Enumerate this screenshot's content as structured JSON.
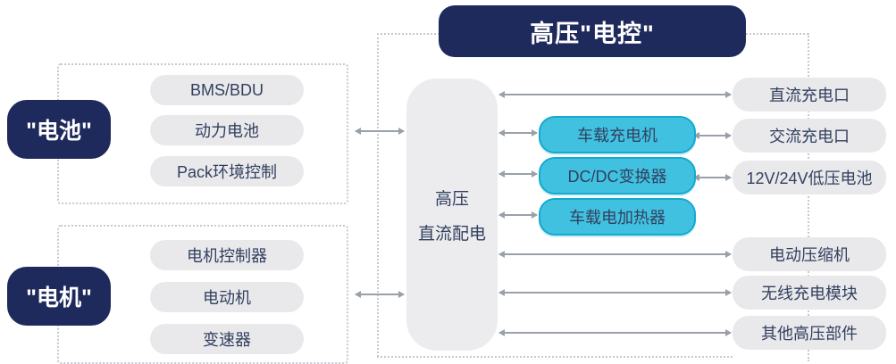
{
  "title": "高压\"电控\"",
  "battery_group": {
    "label": "\"电池\"",
    "items": [
      "BMS/BDU",
      "动力电池",
      "Pack环境控制"
    ]
  },
  "motor_group": {
    "label": "\"电机\"",
    "items": [
      "电机控制器",
      "电动机",
      "变速器"
    ]
  },
  "distribution": {
    "line1": "高压",
    "line2": "直流配电"
  },
  "charging_nodes": [
    "车载充电机",
    "DC/DC变换器",
    "车载电加热器"
  ],
  "right_nodes": [
    "直流充电口",
    "交流充电口",
    "12V/24V低压电池",
    "电动压缩机",
    "无线充电模块",
    "其他高压部件"
  ],
  "colors": {
    "navy": "#1f2a5c",
    "cyan_fill": "#41c1e0",
    "cyan_border": "#14a9cf",
    "pill_bg": "#e9e9eb",
    "center_bg": "#ececee",
    "text_dark": "#32405f",
    "arrow": "#9aa0a8",
    "dotted": "#c6c9ce"
  }
}
